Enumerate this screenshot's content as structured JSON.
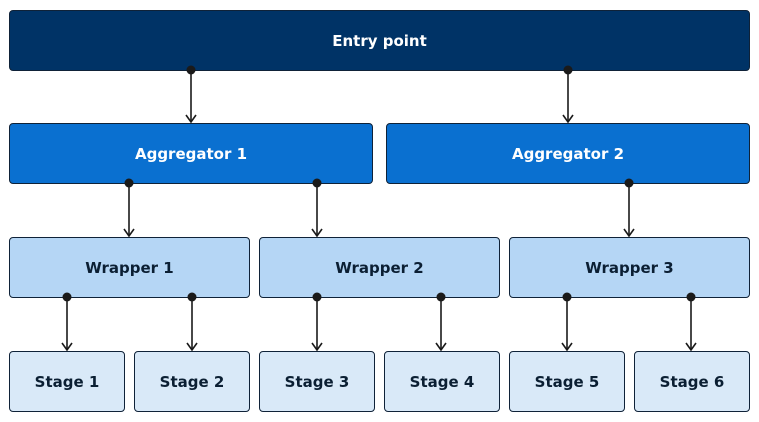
{
  "diagram": {
    "entry_label": "Entry point",
    "aggregators": [
      "Aggregator 1",
      "Aggregator 2"
    ],
    "wrappers": [
      "Wrapper 1",
      "Wrapper 2",
      "Wrapper 3"
    ],
    "stages": [
      "Stage 1",
      "Stage 2",
      "Stage 3",
      "Stage 4",
      "Stage 5",
      "Stage 6"
    ],
    "edges": [
      [
        "Entry point",
        "Aggregator 1"
      ],
      [
        "Entry point",
        "Aggregator 2"
      ],
      [
        "Aggregator 1",
        "Wrapper 1"
      ],
      [
        "Aggregator 1",
        "Wrapper 2"
      ],
      [
        "Aggregator 2",
        "Wrapper 3"
      ],
      [
        "Wrapper 1",
        "Stage 1"
      ],
      [
        "Wrapper 1",
        "Stage 2"
      ],
      [
        "Wrapper 2",
        "Stage 3"
      ],
      [
        "Wrapper 2",
        "Stage 4"
      ],
      [
        "Wrapper 3",
        "Stage 5"
      ],
      [
        "Wrapper 3",
        "Stage 6"
      ]
    ]
  },
  "colors": {
    "entry_fill": "#003366",
    "aggregator_fill": "#0a70d0",
    "wrapper_fill": "#b5d6f5",
    "stage_fill": "#d9e9f8",
    "border": "#0f2238",
    "connector": "#1a1a1a"
  }
}
